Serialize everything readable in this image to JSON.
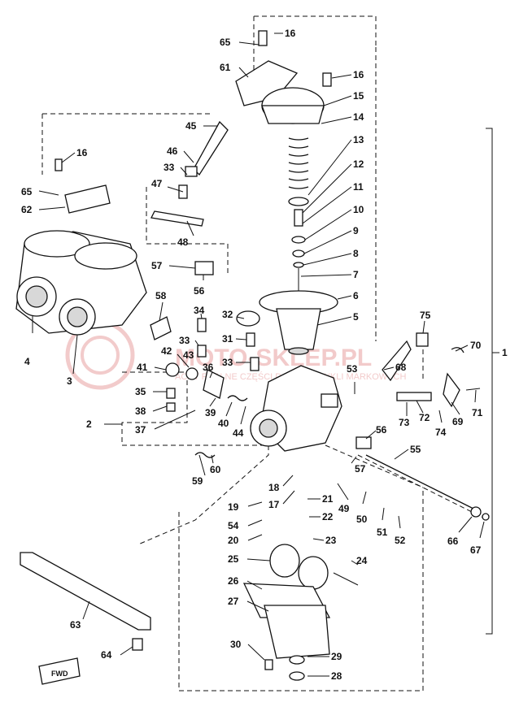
{
  "watermark": {
    "brand": "MOTO-SKLEP.PL",
    "tagline": "ACHT REALNE CZĘŚCI DO MOTOCYKLI MARKOWYCH",
    "color": "#e8a0a0"
  },
  "callouts": {
    "c1": "1",
    "c2": "2",
    "c3": "3",
    "c4": "4",
    "c5": "5",
    "c6": "6",
    "c7": "7",
    "c8": "8",
    "c9": "9",
    "c10": "10",
    "c11": "11",
    "c12": "12",
    "c13": "13",
    "c14": "14",
    "c15": "15",
    "c16a": "16",
    "c16b": "16",
    "c16c": "16",
    "c17": "17",
    "c18": "18",
    "c19": "19",
    "c20": "20",
    "c21": "21",
    "c22": "22",
    "c23": "23",
    "c24": "24",
    "c25": "25",
    "c26": "26",
    "c27": "27",
    "c28": "28",
    "c29": "29",
    "c30": "30",
    "c31": "31",
    "c32": "32",
    "c33a": "33",
    "c33b": "33",
    "c33c": "33",
    "c34": "34",
    "c35": "35",
    "c36": "36",
    "c37": "37",
    "c38": "38",
    "c39": "39",
    "c40": "40",
    "c41": "41",
    "c42": "42",
    "c43": "43",
    "c44": "44",
    "c45": "45",
    "c46": "46",
    "c47": "47",
    "c48": "48",
    "c49": "49",
    "c50": "50",
    "c51": "51",
    "c52": "52",
    "c53": "53",
    "c54": "54",
    "c55": "55",
    "c56a": "56",
    "c56b": "56",
    "c57a": "57",
    "c57b": "57",
    "c58": "58",
    "c59": "59",
    "c60": "60",
    "c61": "61",
    "c62": "62",
    "c63": "63",
    "c64": "64",
    "c65a": "65",
    "c65b": "65",
    "c66": "66",
    "c67": "67",
    "c68": "68",
    "c69": "69",
    "c70": "70",
    "c71": "71",
    "c72": "72",
    "c73": "73",
    "c74": "74",
    "c75": "75"
  },
  "fwd_label": "FWD"
}
